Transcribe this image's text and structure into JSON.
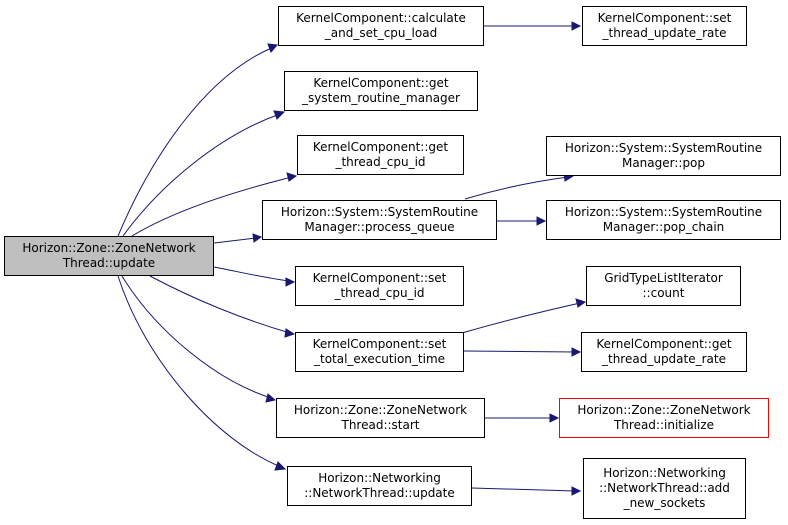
{
  "colors": {
    "edge": "#191970",
    "root_fill": "#bfbfbf",
    "highlight_border": "#ff0000",
    "node_border": "#000000"
  },
  "nodes": {
    "root": {
      "line1": "Horizon::Zone::ZoneNetwork",
      "line2": "Thread::update"
    },
    "calc": {
      "line1": "KernelComponent::calculate",
      "line2": "_and_set_cpu_load"
    },
    "setrate": {
      "line1": "KernelComponent::set",
      "line2": "_thread_update_rate"
    },
    "getsrm": {
      "line1": "KernelComponent::get",
      "line2": "_system_routine_manager"
    },
    "getcpu": {
      "line1": "KernelComponent::get",
      "line2": "_thread_cpu_id"
    },
    "pop": {
      "line1": "Horizon::System::SystemRoutine",
      "line2": "Manager::pop"
    },
    "procq": {
      "line1": "Horizon::System::SystemRoutine",
      "line2": "Manager::process_queue"
    },
    "popch": {
      "line1": "Horizon::System::SystemRoutine",
      "line2": "Manager::pop_chain"
    },
    "setcpu": {
      "line1": "KernelComponent::set",
      "line2": "_thread_cpu_id"
    },
    "gridcnt": {
      "line1": "GridTypeListIterator",
      "line2": "::count"
    },
    "settot": {
      "line1": "KernelComponent::set",
      "line2": "_total_execution_time"
    },
    "getrate": {
      "line1": "KernelComponent::get",
      "line2": "_thread_update_rate"
    },
    "start": {
      "line1": "Horizon::Zone::ZoneNetwork",
      "line2": "Thread::start"
    },
    "init": {
      "line1": "Horizon::Zone::ZoneNetwork",
      "line2": "Thread::initialize"
    },
    "netupd": {
      "line1": "Horizon::Networking",
      "line2": "::NetworkThread::update"
    },
    "addsock": {
      "line1": "Horizon::Networking",
      "line2": "::NetworkThread::add",
      "line3": "_new_sockets"
    }
  }
}
